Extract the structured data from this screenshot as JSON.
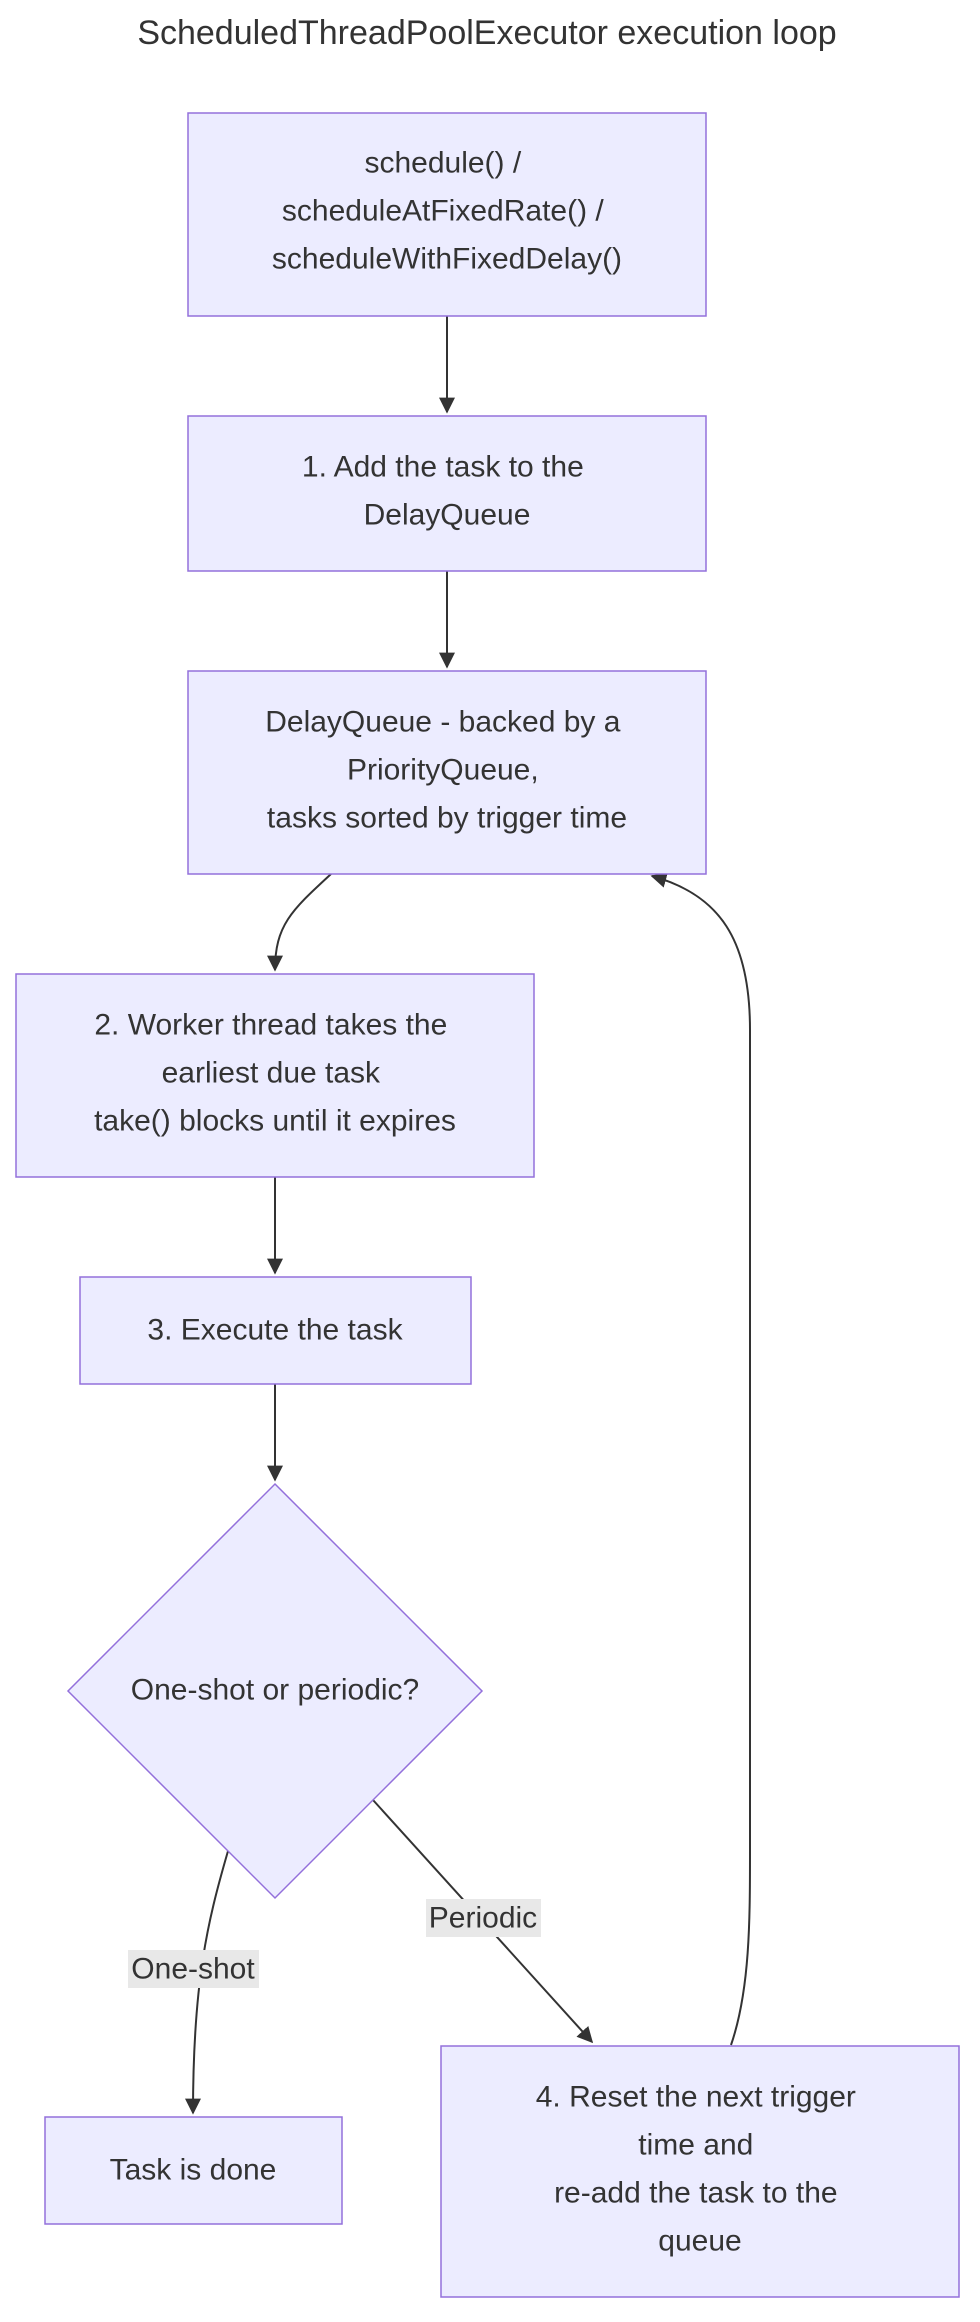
{
  "title": "ScheduledThreadPoolExecutor execution loop",
  "colors": {
    "node_fill": "#ECECFF",
    "node_stroke": "#9370DB",
    "edge": "#333333",
    "text": "#333333",
    "edge_label_bg": "#E8E8E8"
  },
  "nodes": {
    "schedule": [
      "schedule() /",
      "scheduleAtFixedRate() /",
      "scheduleWithFixedDelay()"
    ],
    "add": [
      "1. Add the task to the",
      "DelayQueue"
    ],
    "delayqueue": [
      "DelayQueue - backed by a",
      "PriorityQueue,",
      "tasks sorted by trigger time"
    ],
    "worker": [
      "2. Worker thread takes the",
      "earliest due task",
      "take() blocks until it expires"
    ],
    "execute": [
      "3. Execute the task"
    ],
    "decision": [
      "One-shot or periodic?"
    ],
    "done": [
      "Task is done"
    ],
    "reset": [
      "4. Reset the next trigger",
      "time and",
      "re-add the task to the",
      "queue"
    ]
  },
  "edges": {
    "one_shot": "One-shot",
    "periodic": "Periodic"
  }
}
